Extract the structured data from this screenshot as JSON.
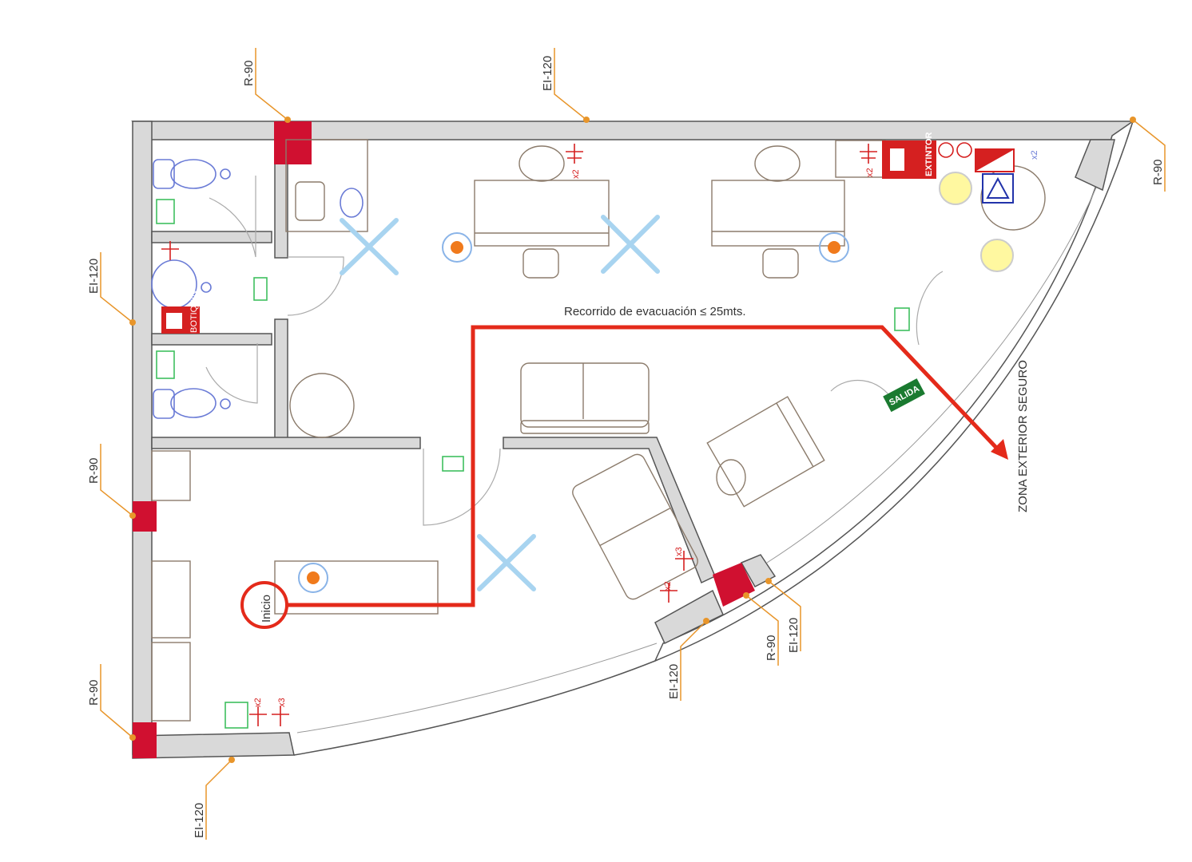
{
  "route": {
    "label": "Recorrido de evacuación ≤ 25mts.",
    "start_label": "Inicio",
    "destination_label": "ZONA EXTERIOR SEGURO"
  },
  "signs": {
    "extintor": "EXTINTOR",
    "botiquin": "BOTIQUIN",
    "salida": "SALIDA"
  },
  "fire_ratings": {
    "top_left_column": "R-90",
    "top_wall": "EI-120",
    "top_right_corner": "R-90",
    "left_wall_upper": "EI-120",
    "left_column_middle": "R-90",
    "left_column_bottom": "R-90",
    "bottom_wall": "EI-120",
    "curved_wall_mid": "EI-120",
    "curved_column": "R-90",
    "curved_wall_right": "EI-120"
  },
  "quantities": {
    "top_left_detector": "x2",
    "top_right_extinguisher": "x2",
    "top_right_sprinkler": "x2",
    "lounge_detector_a": "x3",
    "lounge_detector_b": "x2",
    "bottom_detector_a": "x2",
    "bottom_detector_b": "x3"
  },
  "colors": {
    "route": "#e42a1a",
    "column": "#d01030",
    "leader": "#e8952a",
    "sanitary": "#6a7bd6",
    "light": "#f07a1c",
    "emergency_light": "#3fbf5f",
    "destination_text": "#e0502a"
  }
}
